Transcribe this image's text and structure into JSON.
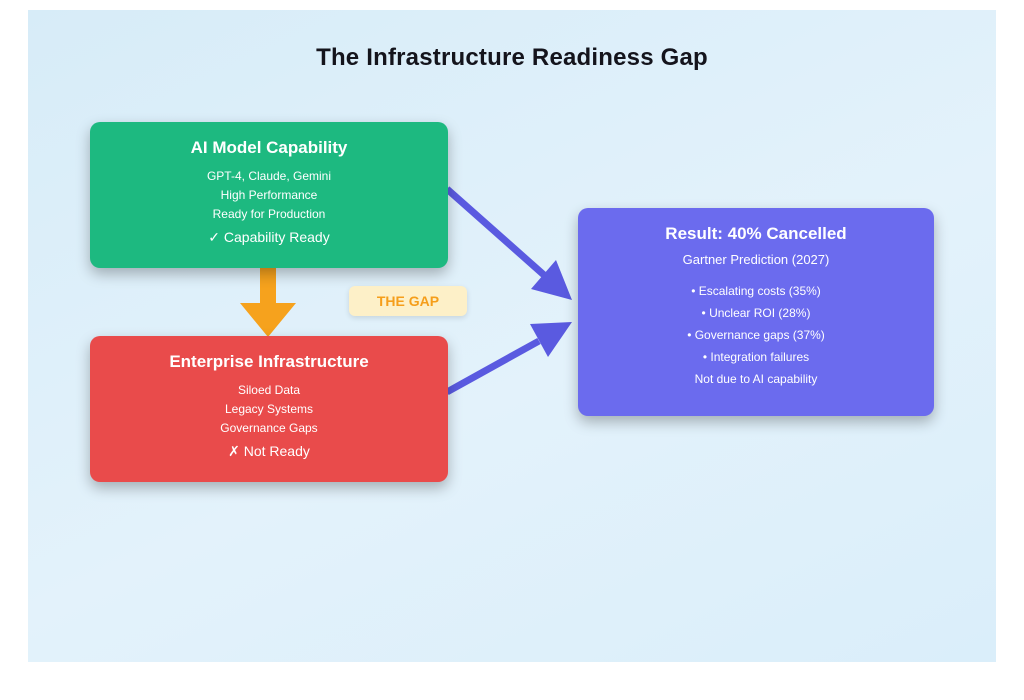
{
  "title": "The Infrastructure Readiness Gap",
  "capability_box": {
    "title": "AI Model Capability",
    "items": [
      "GPT-4, Claude, Gemini",
      "High Performance",
      "Ready for Production"
    ],
    "status": "✓ Capability Ready",
    "color": "#1db980"
  },
  "infrastructure_box": {
    "title": "Enterprise Infrastructure",
    "items": [
      "Siloed Data",
      "Legacy Systems",
      "Governance Gaps"
    ],
    "status": "✗ Not Ready",
    "color": "#e94b4b"
  },
  "gap_badge": {
    "label": "THE GAP",
    "bg": "#fdf0c8",
    "text_color": "#f59e1b"
  },
  "result_box": {
    "title": "Result: 40% Cancelled",
    "subtitle": "Gartner Prediction (2027)",
    "items": [
      "• Escalating costs (35%)",
      "• Unclear ROI (28%)",
      "• Governance gaps (37%)",
      "• Integration failures"
    ],
    "footer": "Not due to AI capability",
    "color": "#6b6bee"
  },
  "colors": {
    "arrow_purple": "#5a5ae0",
    "arrow_orange": "#f6a21d",
    "background": "#d7ecf8"
  }
}
